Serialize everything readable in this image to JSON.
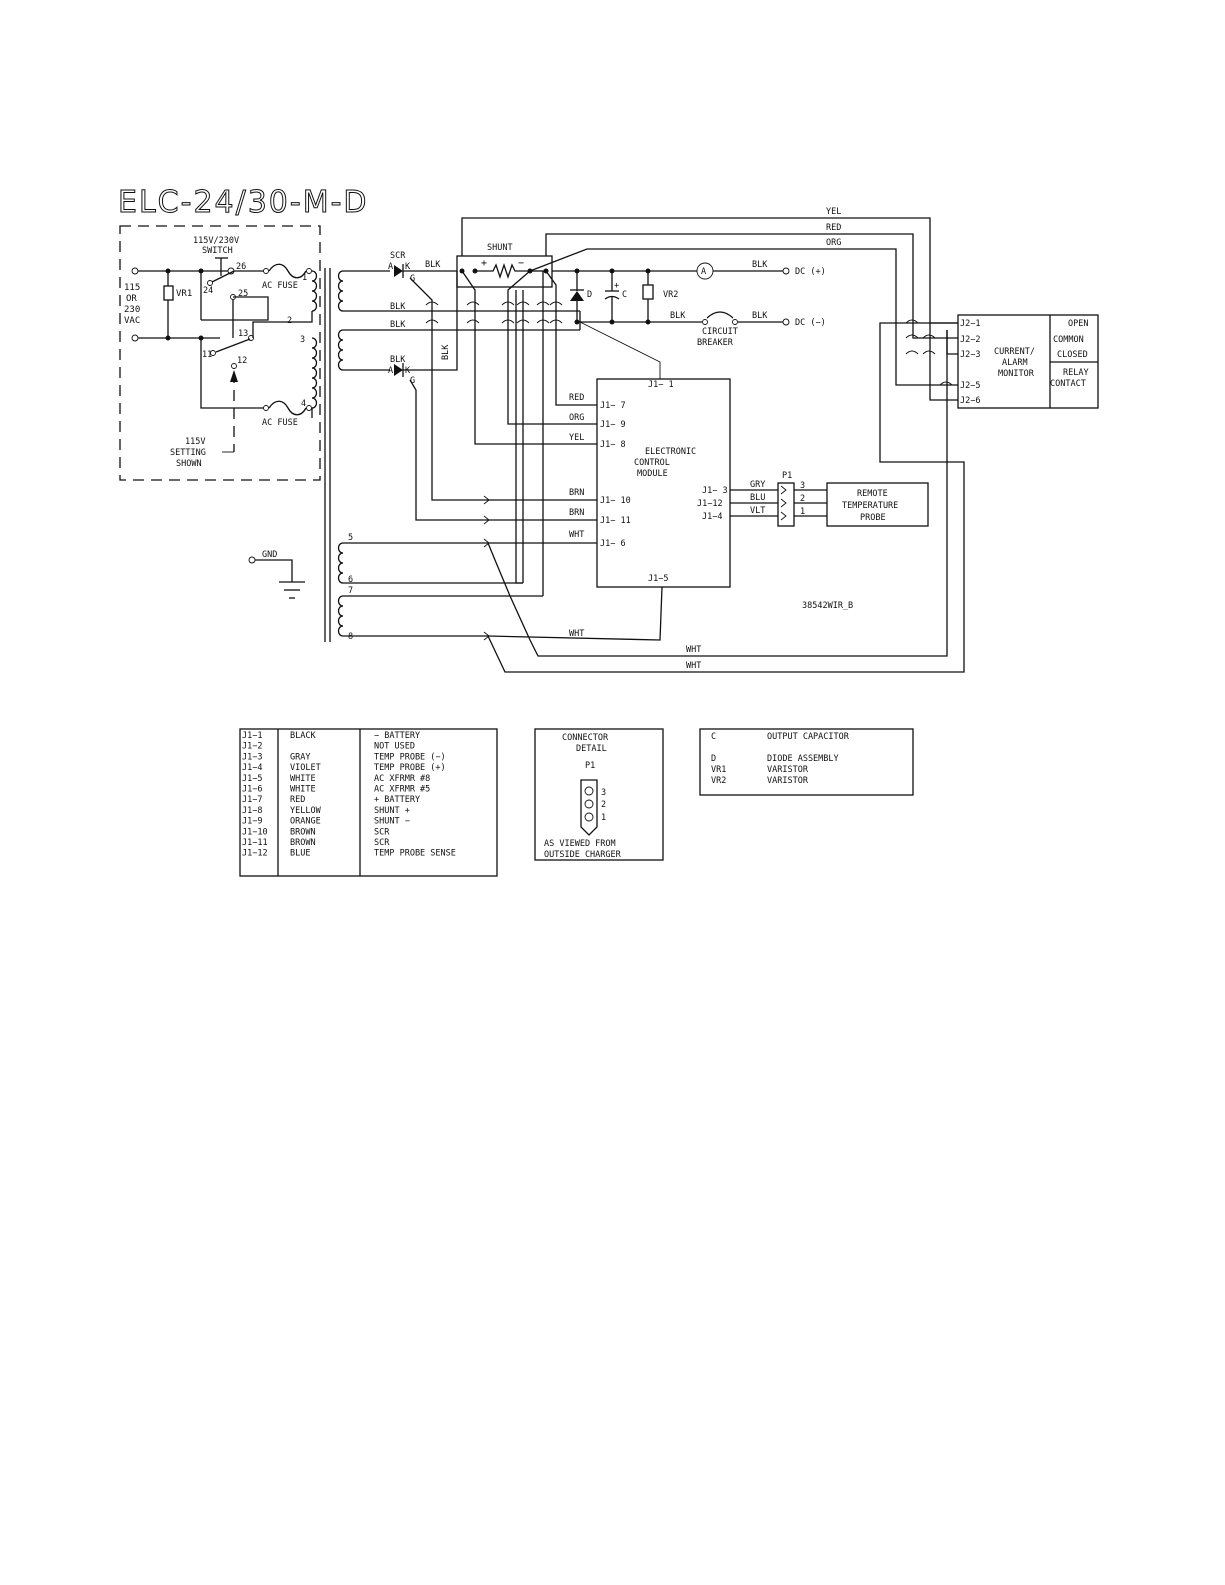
{
  "title": "ELC-24/30-M-D",
  "drawing_number": "38542WIR_B",
  "input": {
    "line1": "115",
    "line2": "OR",
    "line3": "230",
    "line4": "VAC",
    "switch_label_1": "115V/230V",
    "switch_label_2": "SWITCH",
    "vr1": "VR1",
    "fuse_label": "AC FUSE",
    "setting_1": "115V",
    "setting_2": "SETTING",
    "setting_3": "SHOWN",
    "terminals": [
      "26",
      "24",
      "25",
      "13",
      "11",
      "12",
      "1",
      "2",
      "3",
      "4"
    ]
  },
  "gnd": "GND",
  "power": {
    "scr": "SCR",
    "a": "A",
    "k": "K",
    "g": "G",
    "blk": "BLK",
    "shunt": "SHUNT",
    "plus": "+",
    "minus": "−",
    "d": "D",
    "c": "C",
    "cplus": "+",
    "vr2": "VR2",
    "ammeter": "A",
    "dc_pos": "DC (+)",
    "dc_neg": "DC (−)",
    "breaker_1": "CIRCUIT",
    "breaker_2": "BREAKER",
    "xfmr_taps": [
      "5",
      "6",
      "7",
      "8"
    ]
  },
  "wires": {
    "yel": "YEL",
    "red": "RED",
    "org": "ORG",
    "brn": "BRN",
    "wht": "WHT",
    "gry": "GRY",
    "blu": "BLU",
    "vlt": "VLT"
  },
  "ecm": {
    "label_1": "ELECTRONIC",
    "label_2": "CONTROL",
    "label_3": "MODULE",
    "pins": {
      "j1_1": "J1− 1",
      "j1_7": "J1− 7",
      "j1_9": "J1− 9",
      "j1_8": "J1− 8",
      "j1_10": "J1− 10",
      "j1_11": "J1− 11",
      "j1_6": "J1− 6",
      "j1_5": "J1−5",
      "j1_3": "J1− 3",
      "j1_12": "J1−12",
      "j1_4": "J1−4"
    }
  },
  "probe": {
    "p1": "P1",
    "pins": [
      "3",
      "2",
      "1"
    ],
    "label_1": "REMOTE",
    "label_2": "TEMPERATURE",
    "label_3": "PROBE"
  },
  "monitor": {
    "pins": [
      "J2−1",
      "J2−2",
      "J2−3",
      "J2−5",
      "J2−6"
    ],
    "label_1": "CURRENT/",
    "label_2": "ALARM",
    "label_3": "MONITOR",
    "open": "OPEN",
    "common": "COMMON",
    "closed": "CLOSED",
    "relay_1": "RELAY",
    "relay_2": "CONTACT"
  },
  "pin_table": {
    "rows": [
      {
        "pin": "J1−1",
        "color": "BLACK",
        "function": "− BATTERY"
      },
      {
        "pin": "J1−2",
        "color": "",
        "function": "NOT USED"
      },
      {
        "pin": "J1−3",
        "color": "GRAY",
        "function": "TEMP PROBE (−)"
      },
      {
        "pin": "J1−4",
        "color": "VIOLET",
        "function": "TEMP PROBE (+)"
      },
      {
        "pin": "J1−5",
        "color": "WHITE",
        "function": "AC XFRMR #8"
      },
      {
        "pin": "J1−6",
        "color": "WHITE",
        "function": "AC XFRMR #5"
      },
      {
        "pin": "J1−7",
        "color": "RED",
        "function": "+ BATTERY"
      },
      {
        "pin": "J1−8",
        "color": "YELLOW",
        "function": "SHUNT +"
      },
      {
        "pin": "J1−9",
        "color": "ORANGE",
        "function": "SHUNT −"
      },
      {
        "pin": "J1−10",
        "color": "BROWN",
        "function": "SCR"
      },
      {
        "pin": "J1−11",
        "color": "BROWN",
        "function": "SCR"
      },
      {
        "pin": "J1−12",
        "color": "BLUE",
        "function": "TEMP PROBE SENSE"
      }
    ]
  },
  "connector_detail": {
    "title_1": "CONNECTOR",
    "title_2": "DETAIL",
    "p1": "P1",
    "pins": [
      "3",
      "2",
      "1"
    ],
    "note_1": "AS VIEWED FROM",
    "note_2": "OUTSIDE CHARGER"
  },
  "component_table": {
    "rows": [
      {
        "ref": "C",
        "desc": "OUTPUT CAPACITOR"
      },
      {
        "ref": "D",
        "desc": "DIODE ASSEMBLY"
      },
      {
        "ref": "VR1",
        "desc": "VARISTOR"
      },
      {
        "ref": "VR2",
        "desc": "VARISTOR"
      }
    ]
  }
}
